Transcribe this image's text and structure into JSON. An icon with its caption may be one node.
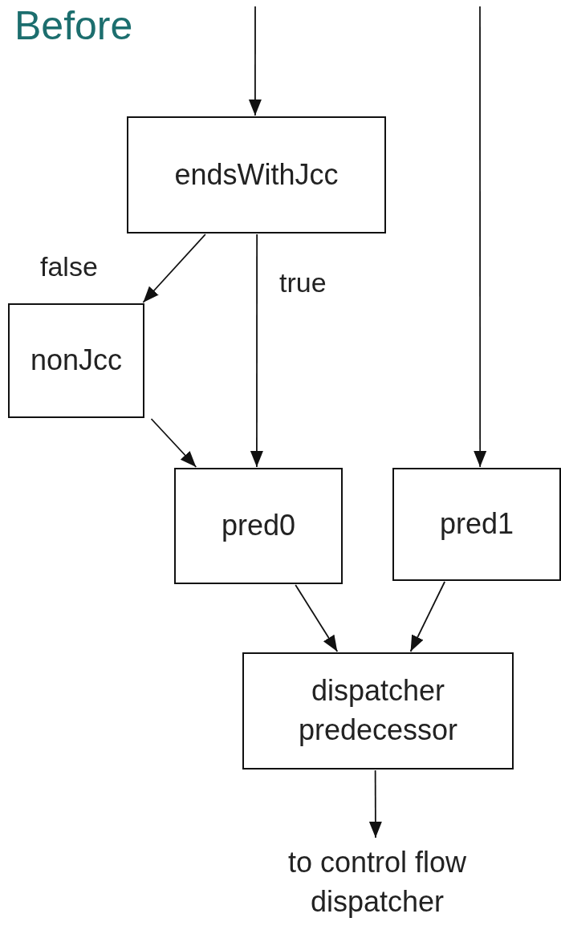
{
  "diagram": {
    "title": "Before",
    "nodes": [
      {
        "text": [
          "endsWithJcc"
        ]
      },
      {
        "text": [
          "nonJcc"
        ]
      },
      {
        "text": [
          "pred0"
        ]
      },
      {
        "text": [
          "pred1"
        ]
      },
      {
        "text": [
          "dispatcher predecessor"
        ]
      },
      {
        "text": [
          "to control flow dispatcher"
        ]
      }
    ],
    "edges": [
      {
        "from": null,
        "to": 0,
        "arrow": "to"
      },
      {
        "from": 0,
        "to": 1,
        "arrow": "to",
        "label": "false"
      },
      {
        "from": 0,
        "to": 2,
        "arrow": "to",
        "label": "true"
      },
      {
        "from": 1,
        "to": 2,
        "arrow": "to"
      },
      {
        "from": null,
        "to": 3,
        "arrow": "to"
      },
      {
        "from": 2,
        "to": 4,
        "arrow": "to"
      },
      {
        "from": 3,
        "to": 4,
        "arrow": "to"
      },
      {
        "from": 4,
        "to": 5,
        "arrow": "to"
      }
    ]
  }
}
